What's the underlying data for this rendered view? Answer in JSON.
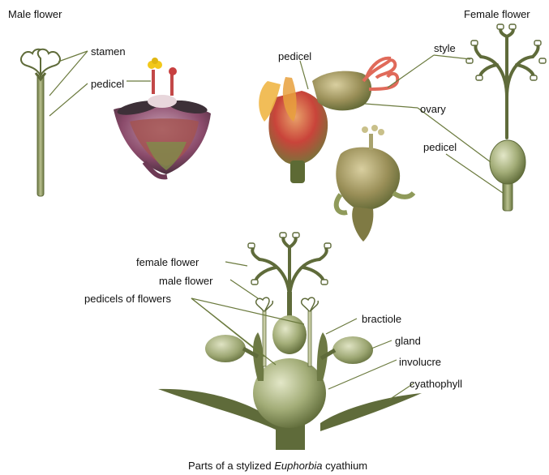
{
  "titles": {
    "male_flower": "Male flower",
    "female_flower": "Female flower"
  },
  "male_labels": {
    "stamen": "stamen",
    "pedicel": "pedicel"
  },
  "female_labels": {
    "pedicel_photo": "pedicel",
    "style": "style",
    "ovary": "ovary",
    "pedicel": "pedicel"
  },
  "cyathium_labels": {
    "female_flower": "female flower",
    "male_flower": "male flower",
    "pedicels_of_flowers": "pedicels of flowers",
    "bractiole": "bractiole",
    "gland": "gland",
    "involucre": "involucre",
    "cyathophyll": "cyathophyll"
  },
  "caption": {
    "prefix": "Parts of a stylized ",
    "italic": "Euphorbia",
    "suffix": " cyathium"
  },
  "colors": {
    "plant_dark": "#5f6b3a",
    "plant_light": "#b9c08f",
    "leader": "#6b7a3e"
  }
}
